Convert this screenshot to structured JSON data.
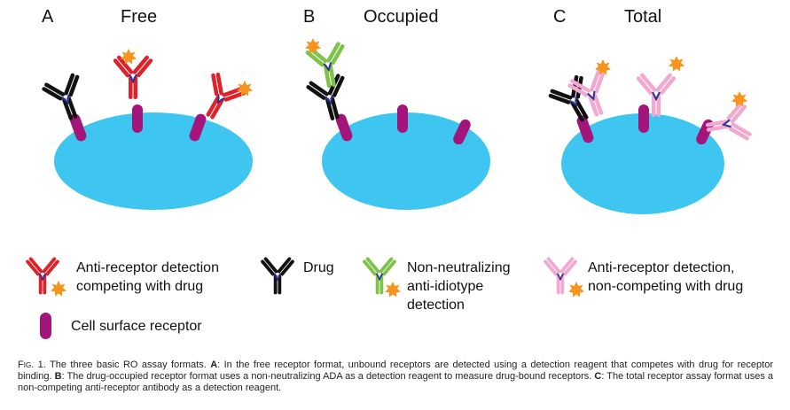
{
  "panels": [
    {
      "letter": "A",
      "title": "Free"
    },
    {
      "letter": "B",
      "title": "Occupied"
    },
    {
      "letter": "C",
      "title": "Total"
    }
  ],
  "legend": {
    "anti_receptor_competing": [
      "Anti-receptor detection",
      "competing with drug"
    ],
    "drug": "Drug",
    "anti_idiotype": [
      "Non-neutralizing",
      "anti-idiotype",
      "detection"
    ],
    "anti_receptor_noncompeting": [
      "Anti-receptor detection,",
      "non-competing with drug"
    ],
    "receptor": "Cell surface receptor"
  },
  "caption": {
    "fig_label": "Fig. 1.",
    "intro": " The three basic RO assay formats. ",
    "a_label": "A",
    "a_text": ": In the free receptor format, unbound receptors are detected using a detection reagent that competes with drug for receptor binding. ",
    "b_label": "B",
    "b_text": ": The drug-occupied receptor format uses a non-neutralizing ADA as a detection reagent to measure drug-bound receptors. ",
    "c_label": "C",
    "c_text": ": The total receptor assay format uses a non-competing anti-receptor antibody as a detection reagent."
  },
  "colors": {
    "cell": "#3fc6f0",
    "receptor": "#a4157c",
    "receptor_dark": "#6b0c50",
    "drug": "#111111",
    "anti_receptor_competing": "#e0212a",
    "anti_idiotype": "#7ec24a",
    "anti_receptor_noncompeting": "#f2a9cf",
    "hinge": "#2e3192",
    "label_star": "#f7941d"
  }
}
